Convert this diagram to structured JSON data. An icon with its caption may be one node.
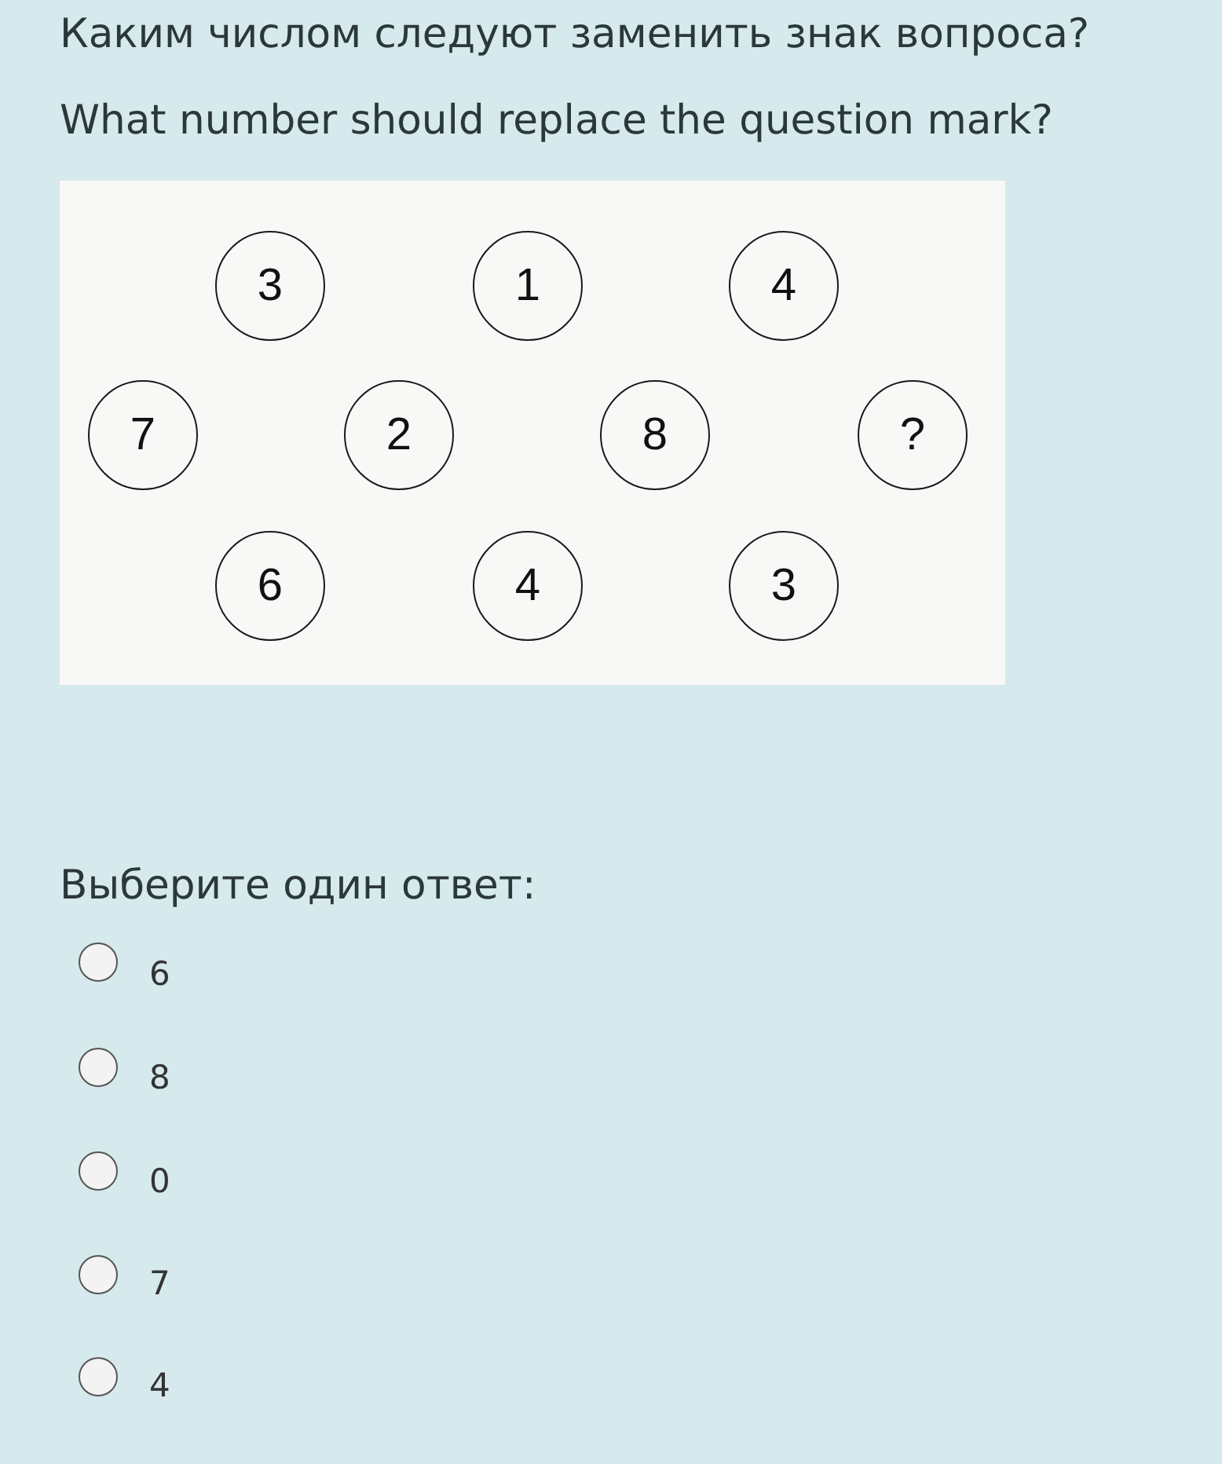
{
  "diagram": {
    "title": "Каким числом следуют заменить знак вопроса?",
    "nodes": [
      {
        "text": [],
        "shape": "box"
      },
      {
        "text": [
          "3"
        ],
        "in": 0
      },
      {
        "text": [
          "1"
        ],
        "in": 0
      },
      {
        "text": [
          "4"
        ],
        "in": 0
      },
      {
        "text": [
          "7"
        ],
        "in": 0
      },
      {
        "text": [
          "2"
        ],
        "in": 0
      },
      {
        "text": [
          "8"
        ],
        "in": 0
      },
      {
        "text": [
          "?"
        ],
        "in": 0
      },
      {
        "text": [
          "6"
        ],
        "in": 0
      },
      {
        "text": [
          "4"
        ],
        "in": 0
      },
      {
        "text": [
          "3"
        ],
        "in": 0
      }
    ],
    "labels": [
      "What number should replace the question mark?",
      "Выберите один ответ:",
      "6",
      "8",
      "0",
      "7",
      "4"
    ]
  }
}
